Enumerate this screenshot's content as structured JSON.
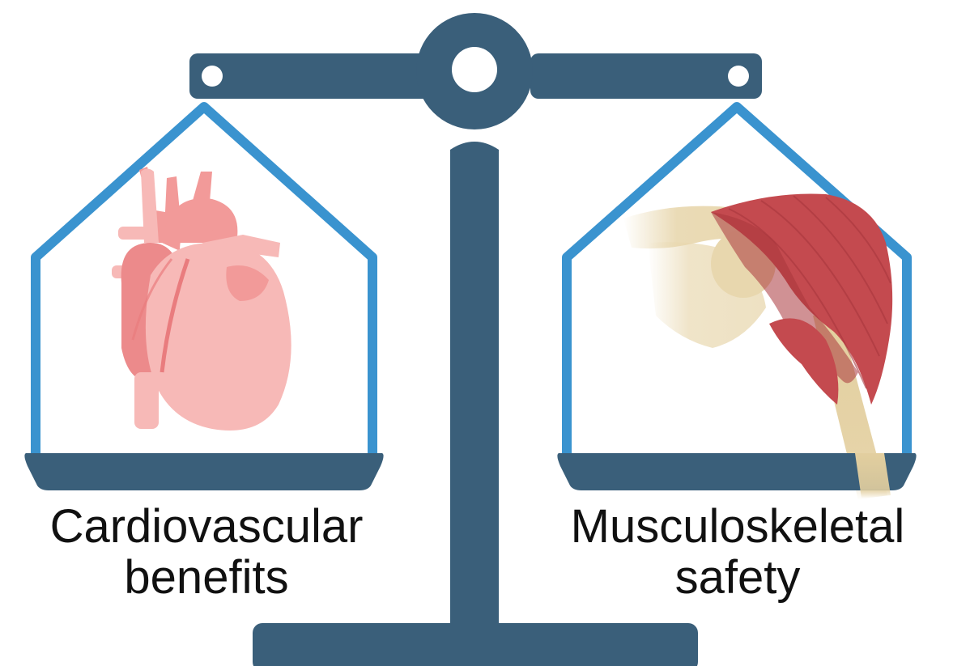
{
  "colors": {
    "scale": "#3a5f7a",
    "pan_outline": "#3a93cf",
    "heart_light": "#f7b9b7",
    "heart_mid": "#f29a99",
    "heart_dark": "#e97c7e",
    "muscle": "#c44a4f",
    "muscle_dark": "#a9373d",
    "bone": "#e8d7ae",
    "text": "#111111"
  },
  "left_pan": {
    "icon": "heart-icon",
    "caption_line1": "Cardiovascular",
    "caption_line2": "benefits"
  },
  "right_pan": {
    "icon": "shoulder-muscle-icon",
    "caption_line1": "Musculoskeletal",
    "caption_line2": "safety"
  }
}
